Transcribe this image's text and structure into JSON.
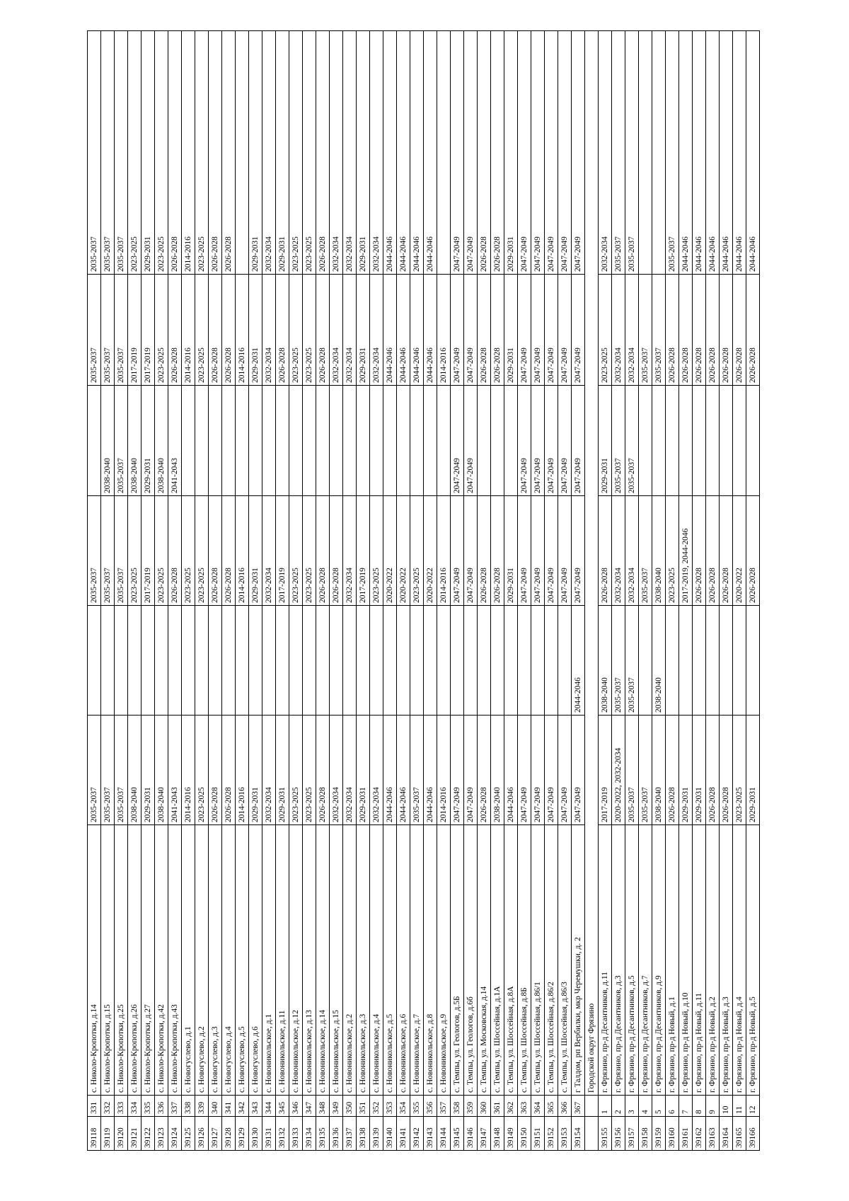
{
  "table": {
    "rows": [
      {
        "id": "39118",
        "n": "331",
        "addr": "с. Николо-Кропотки, д.14",
        "c1": "2035-2037",
        "c2": "",
        "c3": "2035-2037",
        "c4": "",
        "c5": "2035-2037",
        "c6": "2035-2037"
      },
      {
        "id": "39119",
        "n": "332",
        "addr": "с. Николо-Кропотки, д.15",
        "c1": "2035-2037",
        "c2": "",
        "c3": "2035-2037",
        "c4": "2038-2040",
        "c5": "2035-2037",
        "c6": "2035-2037"
      },
      {
        "id": "39120",
        "n": "333",
        "addr": "с. Николо-Кропотки, д.25",
        "c1": "2035-2037",
        "c2": "",
        "c3": "2035-2037",
        "c4": "2035-2037",
        "c5": "2035-2037",
        "c6": "2035-2037"
      },
      {
        "id": "39121",
        "n": "334",
        "addr": "с. Николо-Кропотки, д.26",
        "c1": "2038-2040",
        "c2": "",
        "c3": "2023-2025",
        "c4": "2038-2040",
        "c5": "2017-2019",
        "c6": "2023-2025"
      },
      {
        "id": "39122",
        "n": "335",
        "addr": "с. Николо-Кропотки, д.27",
        "c1": "2029-2031",
        "c2": "",
        "c3": "2017-2019",
        "c4": "2029-2031",
        "c5": "2017-2019",
        "c6": "2029-2031"
      },
      {
        "id": "39123",
        "n": "336",
        "addr": "с. Николо-Кропотки, д.42",
        "c1": "2038-2040",
        "c2": "",
        "c3": "2023-2025",
        "c4": "2038-2040",
        "c5": "2023-2025",
        "c6": "2023-2025"
      },
      {
        "id": "39124",
        "n": "337",
        "addr": "с. Николо-Кропотки, д.43",
        "c1": "2041-2043",
        "c2": "",
        "c3": "2026-2028",
        "c4": "2041-2043",
        "c5": "2026-2028",
        "c6": "2026-2028"
      },
      {
        "id": "39125",
        "n": "338",
        "addr": "с. Новогуслево, д.1",
        "c1": "2014-2016",
        "c2": "",
        "c3": "2023-2025",
        "c4": "",
        "c5": "2014-2016",
        "c6": "2014-2016"
      },
      {
        "id": "39126",
        "n": "339",
        "addr": "с. Новогуслево, д.2",
        "c1": "2023-2025",
        "c2": "",
        "c3": "2023-2025",
        "c4": "",
        "c5": "2023-2025",
        "c6": "2023-2025"
      },
      {
        "id": "39127",
        "n": "340",
        "addr": "с. Новогуслево, д.3",
        "c1": "2026-2028",
        "c2": "",
        "c3": "2026-2028",
        "c4": "",
        "c5": "2026-2028",
        "c6": "2026-2028"
      },
      {
        "id": "39128",
        "n": "341",
        "addr": "с. Новогуслево, д.4",
        "c1": "2026-2028",
        "c2": "",
        "c3": "2026-2028",
        "c4": "",
        "c5": "2026-2028",
        "c6": "2026-2028"
      },
      {
        "id": "39129",
        "n": "342",
        "addr": "с. Новогуслево, д.5",
        "c1": "2014-2016",
        "c2": "",
        "c3": "2014-2016",
        "c4": "",
        "c5": "2014-2016",
        "c6": ""
      },
      {
        "id": "39130",
        "n": "343",
        "addr": "с. Новогуслево, д.6",
        "c1": "2029-2031",
        "c2": "",
        "c3": "2029-2031",
        "c4": "",
        "c5": "2029-2031",
        "c6": "2029-2031"
      },
      {
        "id": "39131",
        "n": "344",
        "addr": "с. Новоникольское, д.1",
        "c1": "2032-2034",
        "c2": "",
        "c3": "2032-2034",
        "c4": "",
        "c5": "2032-2034",
        "c6": "2032-2034"
      },
      {
        "id": "39132",
        "n": "345",
        "addr": "с. Новоникольское, д.11",
        "c1": "2029-2031",
        "c2": "",
        "c3": "2017-2019",
        "c4": "",
        "c5": "2026-2028",
        "c6": "2029-2031"
      },
      {
        "id": "39133",
        "n": "346",
        "addr": "с. Новоникольское, д.12",
        "c1": "2023-2025",
        "c2": "",
        "c3": "2023-2025",
        "c4": "",
        "c5": "2023-2025",
        "c6": "2023-2025"
      },
      {
        "id": "39134",
        "n": "347",
        "addr": "с. Новоникольское, д.13",
        "c1": "2023-2025",
        "c2": "",
        "c3": "2023-2025",
        "c4": "",
        "c5": "2023-2025",
        "c6": "2023-2025"
      },
      {
        "id": "39135",
        "n": "348",
        "addr": "с. Новоникольское, д.14",
        "c1": "2026-2028",
        "c2": "",
        "c3": "2026-2028",
        "c4": "",
        "c5": "2026-2028",
        "c6": "2026-2028"
      },
      {
        "id": "39136",
        "n": "349",
        "addr": "с. Новоникольское, д.15",
        "c1": "2032-2034",
        "c2": "",
        "c3": "2026-2028",
        "c4": "",
        "c5": "2032-2034",
        "c6": "2032-2034"
      },
      {
        "id": "39137",
        "n": "350",
        "addr": "с. Новоникольское, д.2",
        "c1": "2032-2034",
        "c2": "",
        "c3": "2032-2034",
        "c4": "",
        "c5": "2032-2034",
        "c6": "2032-2034"
      },
      {
        "id": "39138",
        "n": "351",
        "addr": "с. Новоникольское, д.3",
        "c1": "2029-2031",
        "c2": "",
        "c3": "2017-2019",
        "c4": "",
        "c5": "2029-2031",
        "c6": "2029-2031"
      },
      {
        "id": "39139",
        "n": "352",
        "addr": "с. Новоникольское, д.4",
        "c1": "2032-2034",
        "c2": "",
        "c3": "2023-2025",
        "c4": "",
        "c5": "2032-2034",
        "c6": "2032-2034"
      },
      {
        "id": "39140",
        "n": "353",
        "addr": "с. Новоникольское, д.5",
        "c1": "2044-2046",
        "c2": "",
        "c3": "2020-2022",
        "c4": "",
        "c5": "2044-2046",
        "c6": "2044-2046"
      },
      {
        "id": "39141",
        "n": "354",
        "addr": "с. Новоникольское, д.6",
        "c1": "2044-2046",
        "c2": "",
        "c3": "2020-2022",
        "c4": "",
        "c5": "2044-2046",
        "c6": "2044-2046"
      },
      {
        "id": "39142",
        "n": "355",
        "addr": "с. Новоникольское, д.7",
        "c1": "2035-2037",
        "c2": "",
        "c3": "2023-2025",
        "c4": "",
        "c5": "2044-2046",
        "c6": "2044-2046"
      },
      {
        "id": "39143",
        "n": "356",
        "addr": "с. Новоникольское, д.8",
        "c1": "2044-2046",
        "c2": "",
        "c3": "2020-2022",
        "c4": "",
        "c5": "2044-2046",
        "c6": "2044-2046"
      },
      {
        "id": "39144",
        "n": "357",
        "addr": "с. Новоникольское, д.9",
        "c1": "2014-2016",
        "c2": "",
        "c3": "2014-2016",
        "c4": "",
        "c5": "2014-2016",
        "c6": ""
      },
      {
        "id": "39145",
        "n": "358",
        "addr": "с. Темпы, ул. Геологов, д.5Б",
        "c1": "2047-2049",
        "c2": "",
        "c3": "2047-2049",
        "c4": "2047-2049",
        "c5": "2047-2049",
        "c6": "2047-2049"
      },
      {
        "id": "39146",
        "n": "359",
        "addr": "с. Темпы, ул. Геологов, д.6б",
        "c1": "2047-2049",
        "c2": "",
        "c3": "2047-2049",
        "c4": "2047-2049",
        "c5": "2047-2049",
        "c6": "2047-2049"
      },
      {
        "id": "39147",
        "n": "360",
        "addr": "с. Темпы, ул. Московская, д.14",
        "c1": "2026-2028",
        "c2": "",
        "c3": "2026-2028",
        "c4": "",
        "c5": "2026-2028",
        "c6": "2026-2028"
      },
      {
        "id": "39148",
        "n": "361",
        "addr": "с. Темпы, ул. Шоссейная, д.1А",
        "c1": "2038-2040",
        "c2": "",
        "c3": "2026-2028",
        "c4": "",
        "c5": "2026-2028",
        "c6": "2026-2028"
      },
      {
        "id": "39149",
        "n": "362",
        "addr": "с. Темпы, ул. Шоссейная, д.8А",
        "c1": "2044-2046",
        "c2": "",
        "c3": "2029-2031",
        "c4": "",
        "c5": "2029-2031",
        "c6": "2029-2031"
      },
      {
        "id": "39150",
        "n": "363",
        "addr": "с. Темпы, ул. Шоссейная, д.8Б",
        "c1": "2047-2049",
        "c2": "",
        "c3": "2047-2049",
        "c4": "2047-2049",
        "c5": "2047-2049",
        "c6": "2047-2049"
      },
      {
        "id": "39151",
        "n": "364",
        "addr": "с. Темпы, ул. Шоссейная, д.86/1",
        "c1": "2047-2049",
        "c2": "",
        "c3": "2047-2049",
        "c4": "2047-2049",
        "c5": "2047-2049",
        "c6": "2047-2049"
      },
      {
        "id": "39152",
        "n": "365",
        "addr": "с. Темпы, ул. Шоссейная, д.86/2",
        "c1": "2047-2049",
        "c2": "",
        "c3": "2047-2049",
        "c4": "2047-2049",
        "c5": "2047-2049",
        "c6": "2047-2049"
      },
      {
        "id": "39153",
        "n": "366",
        "addr": "с. Темпы, ул. Шоссейная, д.86/3",
        "c1": "2047-2049",
        "c2": "",
        "c3": "2047-2049",
        "c4": "2047-2049",
        "c5": "2047-2049",
        "c6": "2047-2049"
      },
      {
        "id": "39154",
        "n": "367",
        "addr": "г Талдом, рп Вербилки, мкр Черемушки, д. 2",
        "c1": "2047-2049",
        "c2": "2044-2046",
        "c3": "2047-2049",
        "c4": "2047-2049",
        "c5": "2047-2049",
        "c6": "2047-2049"
      },
      {
        "section": "Городской округ Фрязино"
      },
      {
        "id": "39155",
        "n": "1",
        "addr": "г. Фрязино, пр-д Десантников, д.11",
        "c1": "2017-2019",
        "c2": "2038-2040",
        "c3": "2026-2028",
        "c4": "2029-2031",
        "c5": "2023-2025",
        "c6": "2032-2034"
      },
      {
        "id": "39156",
        "n": "2",
        "addr": "г. Фрязино, пр-д Десантников, д.3",
        "c1": "2020-2022, 2032-2034",
        "c2": "2035-2037",
        "c3": "2032-2034",
        "c4": "2035-2037",
        "c5": "2032-2034",
        "c6": "2035-2037"
      },
      {
        "id": "39157",
        "n": "3",
        "addr": "г. Фрязино, пр-д Десантников, д.5",
        "c1": "2035-2037",
        "c2": "2035-2037",
        "c3": "2032-2034",
        "c4": "2035-2037",
        "c5": "2032-2034",
        "c6": "2035-2037"
      },
      {
        "id": "39158",
        "n": "4",
        "addr": "г. Фрязино, пр-д Десантников, д.7",
        "c1": "2035-2037",
        "c2": "",
        "c3": "2035-2037",
        "c4": "",
        "c5": "2035-2037",
        "c6": ""
      },
      {
        "id": "39159",
        "n": "5",
        "addr": "г. Фрязино, пр-д Десантников, д.9",
        "c1": "2038-2040",
        "c2": "2038-2040",
        "c3": "2038-2040",
        "c4": "",
        "c5": "2035-2037",
        "c6": ""
      },
      {
        "id": "39160",
        "n": "6",
        "addr": "г. Фрязино, пр-д Новый, д.1",
        "c1": "2026-2028",
        "c2": "",
        "c3": "2023-2025",
        "c4": "",
        "c5": "2026-2028",
        "c6": "2035-2037"
      },
      {
        "id": "39161",
        "n": "7",
        "addr": "г. Фрязино, пр-д Новый, д.10",
        "c1": "2029-2031",
        "c2": "",
        "c3": "2017-2019, 2044-2046",
        "c4": "",
        "c5": "2026-2028",
        "c6": "2044-2046"
      },
      {
        "id": "39162",
        "n": "8",
        "addr": "г. Фрязино, пр-д Новый, д.11",
        "c1": "2029-2031",
        "c2": "",
        "c3": "2026-2028",
        "c4": "",
        "c5": "2026-2028",
        "c6": "2044-2046"
      },
      {
        "id": "39163",
        "n": "9",
        "addr": "г. Фрязино, пр-д Новый, д.2",
        "c1": "2026-2028",
        "c2": "",
        "c3": "2026-2028",
        "c4": "",
        "c5": "2026-2028",
        "c6": "2044-2046"
      },
      {
        "id": "39164",
        "n": "10",
        "addr": "г. Фрязино, пр-д Новый, д.3",
        "c1": "2026-2028",
        "c2": "",
        "c3": "2026-2028",
        "c4": "",
        "c5": "2026-2028",
        "c6": "2044-2046"
      },
      {
        "id": "39165",
        "n": "11",
        "addr": "г. Фрязино, пр-д Новый, д.4",
        "c1": "2023-2025",
        "c2": "",
        "c3": "2020-2022",
        "c4": "",
        "c5": "2026-2028",
        "c6": "2044-2046"
      },
      {
        "id": "39166",
        "n": "12",
        "addr": "г. Фрязино, пр-д Новый, д.5",
        "c1": "2029-2031",
        "c2": "",
        "c3": "2026-2028",
        "c4": "",
        "c5": "2026-2028",
        "c6": "2044-2046"
      }
    ]
  }
}
